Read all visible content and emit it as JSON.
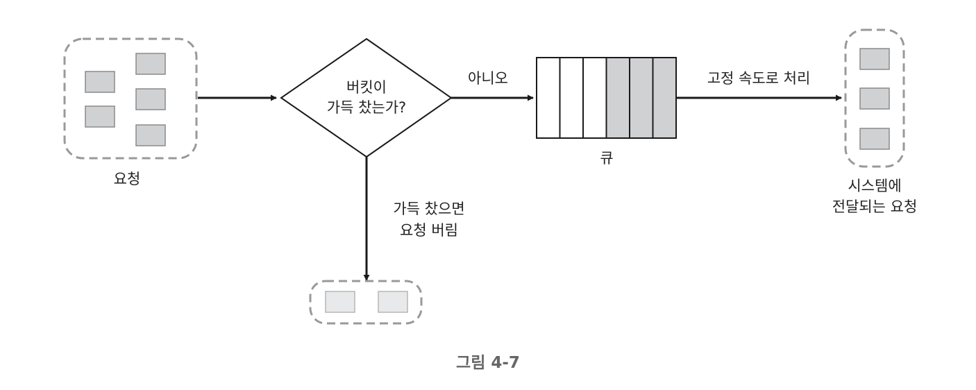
{
  "labels": {
    "requests": "요청",
    "decision_line1": "버킷이",
    "decision_line2": "가득 찼는가?",
    "no_branch": "아니오",
    "queue": "큐",
    "fixed_rate": "고정 속도로 처리",
    "forwarded_line1": "시스템에",
    "forwarded_line2": "전달되는 요청",
    "drop_line1": "가득 찼으면",
    "drop_line2": "요청 버림"
  },
  "caption": "그림 4-7",
  "queue": {
    "slots_total": 6,
    "slots_filled": 3
  },
  "colors": {
    "request_block": "#d0d1d3",
    "dropped_block": "#e8e9ea",
    "dashed_border": "#999999",
    "line": "#1a1a1a",
    "caption": "#666666"
  }
}
